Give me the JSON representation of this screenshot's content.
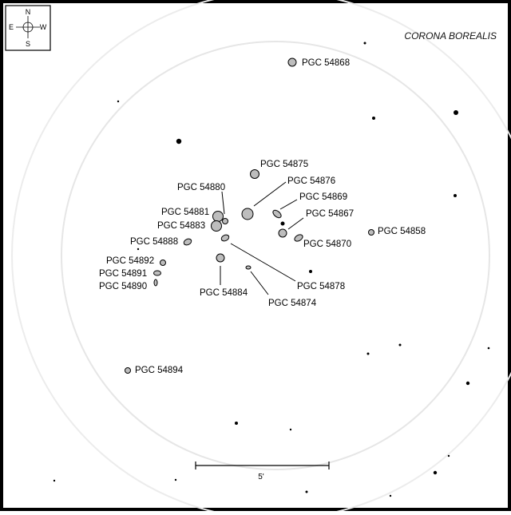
{
  "title": "CORONA BOREALIS",
  "compass": {
    "north": "N",
    "south": "S",
    "east": "E",
    "west": "W"
  },
  "scale_bar": {
    "label": "5'"
  },
  "galaxies": [
    {
      "name": "PGC 54868"
    },
    {
      "name": "PGC 54875"
    },
    {
      "name": "PGC 54876"
    },
    {
      "name": "PGC 54880"
    },
    {
      "name": "PGC 54869"
    },
    {
      "name": "PGC 54881"
    },
    {
      "name": "PGC 54867"
    },
    {
      "name": "PGC 54883"
    },
    {
      "name": "PGC 54858"
    },
    {
      "name": "PGC 54888"
    },
    {
      "name": "PGC 54870"
    },
    {
      "name": "PGC 54892"
    },
    {
      "name": "PGC 54891"
    },
    {
      "name": "PGC 54890"
    },
    {
      "name": "PGC 54878"
    },
    {
      "name": "PGC 54884"
    },
    {
      "name": "PGC 54874"
    },
    {
      "name": "PGC 54894"
    }
  ],
  "colors": {
    "galaxy_fill": "#bdbdbd",
    "outline": "#000000",
    "background": "#ffffff",
    "field_circle": "#e6e6e6"
  }
}
